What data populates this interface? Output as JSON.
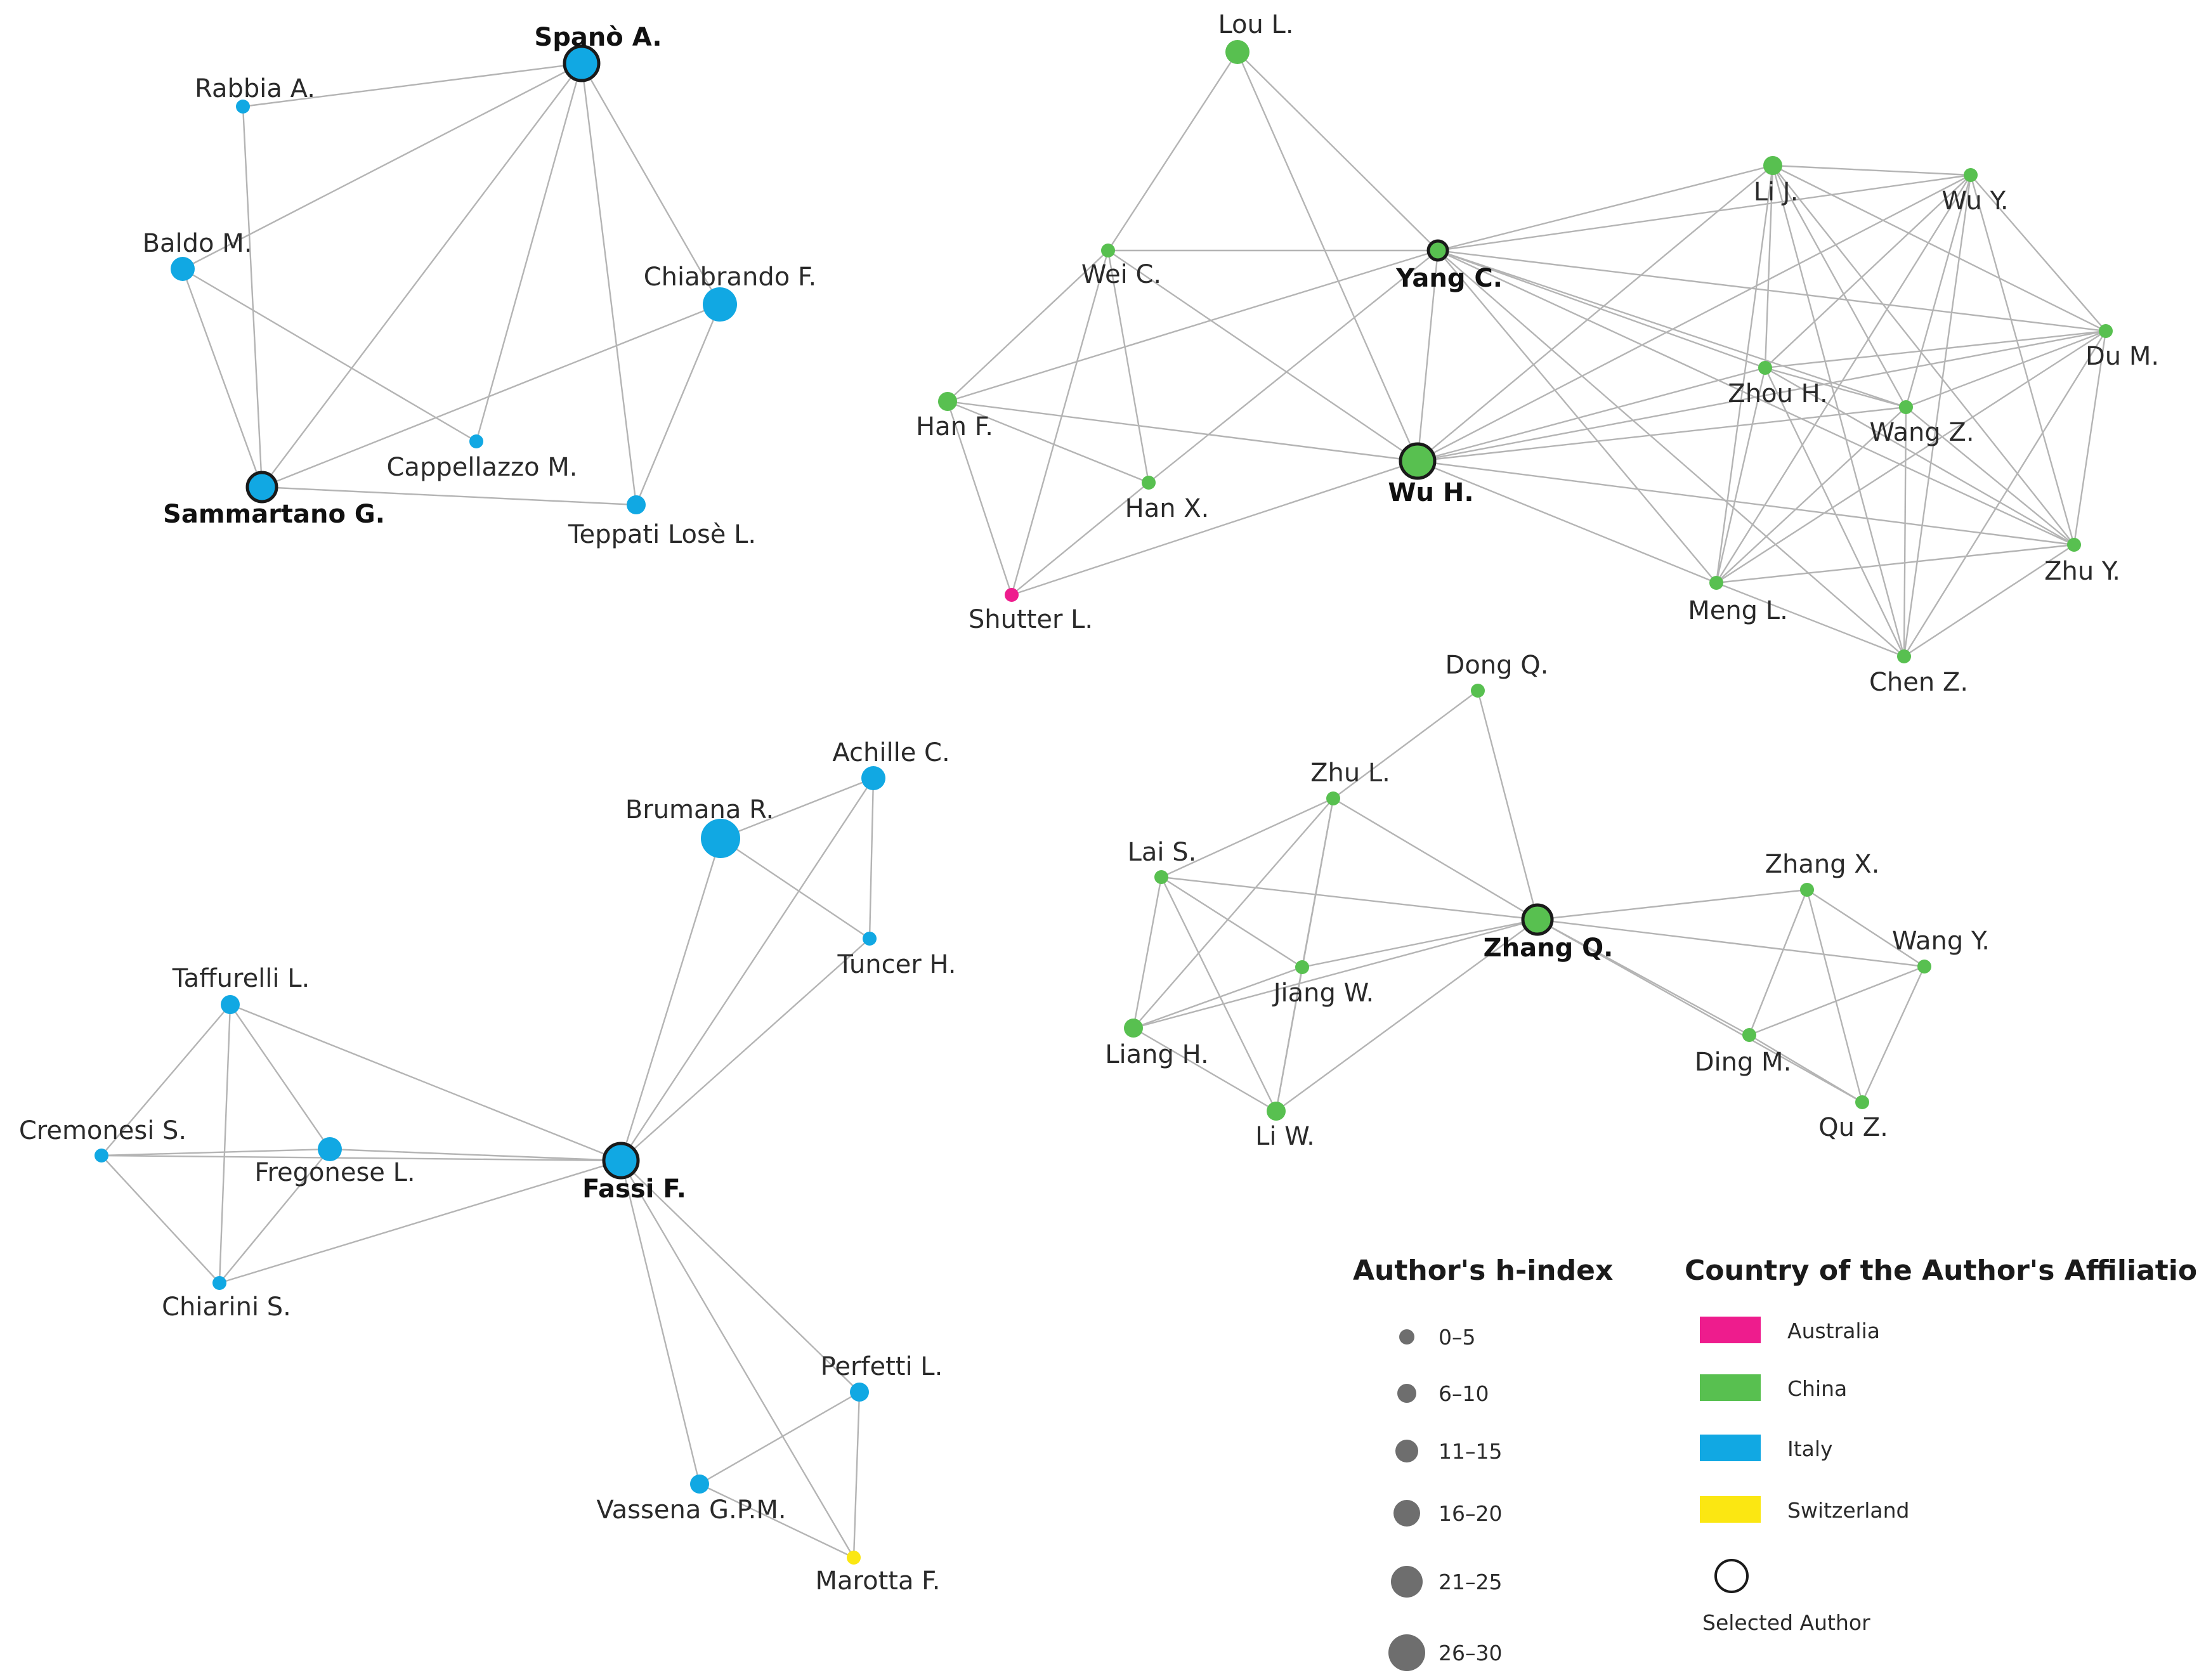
{
  "colors": {
    "Australia": "#ee1c8d",
    "China": "#58c050",
    "Italy": "#11a8e3",
    "Switzerland": "#fbe712"
  },
  "h_index_bins": [
    "0–5",
    "6–10",
    "11–15",
    "16–20",
    "21–25",
    "26–30"
  ],
  "nodes": [
    {
      "id": "Spano",
      "label": "Spanò A.",
      "country": "Italy",
      "h": 3,
      "selected": true
    },
    {
      "id": "Rabbia",
      "label": "Rabbia A.",
      "country": "Italy",
      "h": 0,
      "selected": false
    },
    {
      "id": "Baldo",
      "label": "Baldo M.",
      "country": "Italy",
      "h": 2,
      "selected": false
    },
    {
      "id": "Chiabrando",
      "label": "Chiabrando F.",
      "country": "Italy",
      "h": 4,
      "selected": false
    },
    {
      "id": "Cappellazzo",
      "label": "Cappellazzo M.",
      "country": "Italy",
      "h": 0,
      "selected": false
    },
    {
      "id": "Sammartano",
      "label": "Sammartano G.",
      "country": "Italy",
      "h": 2,
      "selected": true
    },
    {
      "id": "Teppati",
      "label": "Teppati Losè L.",
      "country": "Italy",
      "h": 1,
      "selected": false
    },
    {
      "id": "Lou",
      "label": "Lou L.",
      "country": "China",
      "h": 2,
      "selected": false
    },
    {
      "id": "WeiC",
      "label": "Wei C.",
      "country": "China",
      "h": 0,
      "selected": false
    },
    {
      "id": "YangC",
      "label": "Yang C.",
      "country": "China",
      "h": 0,
      "selected": true
    },
    {
      "id": "LiJ",
      "label": "Li J.",
      "country": "China",
      "h": 1,
      "selected": false
    },
    {
      "id": "WuY",
      "label": "Wu Y.",
      "country": "China",
      "h": 0,
      "selected": false
    },
    {
      "id": "DuM",
      "label": "Du M.",
      "country": "China",
      "h": 0,
      "selected": false
    },
    {
      "id": "HanF",
      "label": "Han F.",
      "country": "China",
      "h": 1,
      "selected": false
    },
    {
      "id": "ZhouH",
      "label": "Zhou H.",
      "country": "China",
      "h": 0,
      "selected": false
    },
    {
      "id": "WangZ",
      "label": "Wang Z.",
      "country": "China",
      "h": 0,
      "selected": false
    },
    {
      "id": "HanX",
      "label": "Han X.",
      "country": "China",
      "h": 0,
      "selected": false
    },
    {
      "id": "WuH",
      "label": "Wu H.",
      "country": "China",
      "h": 3,
      "selected": true
    },
    {
      "id": "Shutter",
      "label": "Shutter L.",
      "country": "Australia",
      "h": 0,
      "selected": false
    },
    {
      "id": "MengL",
      "label": "Meng L.",
      "country": "China",
      "h": 0,
      "selected": false
    },
    {
      "id": "ZhuY",
      "label": "Zhu Y.",
      "country": "China",
      "h": 0,
      "selected": false
    },
    {
      "id": "ChenZ",
      "label": "Chen Z.",
      "country": "China",
      "h": 0,
      "selected": false
    },
    {
      "id": "Achille",
      "label": "Achille C.",
      "country": "Italy",
      "h": 2,
      "selected": false
    },
    {
      "id": "Brumana",
      "label": "Brumana R.",
      "country": "Italy",
      "h": 5,
      "selected": false
    },
    {
      "id": "Tuncer",
      "label": "Tuncer H.",
      "country": "Italy",
      "h": 0,
      "selected": false
    },
    {
      "id": "Taffurelli",
      "label": "Taffurelli L.",
      "country": "Italy",
      "h": 1,
      "selected": false
    },
    {
      "id": "Cremonesi",
      "label": "Cremonesi S.",
      "country": "Italy",
      "h": 0,
      "selected": false
    },
    {
      "id": "Fregonese",
      "label": "Fregonese L.",
      "country": "Italy",
      "h": 2,
      "selected": false
    },
    {
      "id": "Fassi",
      "label": "Fassi F.",
      "country": "Italy",
      "h": 3,
      "selected": true
    },
    {
      "id": "Chiarini",
      "label": "Chiarini S.",
      "country": "Italy",
      "h": 0,
      "selected": false
    },
    {
      "id": "Perfetti",
      "label": "Perfetti L.",
      "country": "Italy",
      "h": 1,
      "selected": false
    },
    {
      "id": "Vassena",
      "label": "Vassena G.P.M.",
      "country": "Italy",
      "h": 1,
      "selected": false
    },
    {
      "id": "Marotta",
      "label": "Marotta F.",
      "country": "Switzerland",
      "h": 0,
      "selected": false
    },
    {
      "id": "DongQ",
      "label": "Dong Q.",
      "country": "China",
      "h": 0,
      "selected": false
    },
    {
      "id": "ZhuL",
      "label": "Zhu L.",
      "country": "China",
      "h": 0,
      "selected": false
    },
    {
      "id": "LaiS",
      "label": "Lai S.",
      "country": "China",
      "h": 0,
      "selected": false
    },
    {
      "id": "ZhangQ",
      "label": "Zhang Q.",
      "country": "China",
      "h": 2,
      "selected": true
    },
    {
      "id": "ZhangX",
      "label": "Zhang X.",
      "country": "China",
      "h": 0,
      "selected": false
    },
    {
      "id": "WangY",
      "label": "Wang Y.",
      "country": "China",
      "h": 0,
      "selected": false
    },
    {
      "id": "JiangW",
      "label": "Jiang W.",
      "country": "China",
      "h": 0,
      "selected": false
    },
    {
      "id": "LiangH",
      "label": "Liang H.",
      "country": "China",
      "h": 1,
      "selected": false
    },
    {
      "id": "DingM",
      "label": "Ding M.",
      "country": "China",
      "h": 0,
      "selected": false
    },
    {
      "id": "LiW",
      "label": "Li W.",
      "country": "China",
      "h": 1,
      "selected": false
    },
    {
      "id": "QuZ",
      "label": "Qu Z.",
      "country": "China",
      "h": 0,
      "selected": false
    }
  ],
  "edges": [
    [
      "Spano",
      "Rabbia"
    ],
    [
      "Spano",
      "Baldo"
    ],
    [
      "Spano",
      "Sammartano"
    ],
    [
      "Spano",
      "Cappellazzo"
    ],
    [
      "Spano",
      "Chiabrando"
    ],
    [
      "Spano",
      "Teppati"
    ],
    [
      "Rabbia",
      "Sammartano"
    ],
    [
      "Baldo",
      "Sammartano"
    ],
    [
      "Baldo",
      "Cappellazzo"
    ],
    [
      "Chiabrando",
      "Sammartano"
    ],
    [
      "Chiabrando",
      "Teppati"
    ],
    [
      "Sammartano",
      "Teppati"
    ],
    [
      "Lou",
      "WeiC"
    ],
    [
      "Lou",
      "YangC"
    ],
    [
      "Lou",
      "WuH"
    ],
    [
      "WeiC",
      "YangC"
    ],
    [
      "WeiC",
      "HanF"
    ],
    [
      "WeiC",
      "HanX"
    ],
    [
      "WeiC",
      "Shutter"
    ],
    [
      "WeiC",
      "WuH"
    ],
    [
      "HanF",
      "YangC"
    ],
    [
      "HanF",
      "WuH"
    ],
    [
      "HanF",
      "Shutter"
    ],
    [
      "HanF",
      "HanX"
    ],
    [
      "HanX",
      "Shutter"
    ],
    [
      "HanX",
      "YangC"
    ],
    [
      "Shutter",
      "WuH"
    ],
    [
      "YangC",
      "WuH"
    ],
    [
      "YangC",
      "LiJ"
    ],
    [
      "YangC",
      "WuY"
    ],
    [
      "YangC",
      "DuM"
    ],
    [
      "YangC",
      "ZhouH"
    ],
    [
      "YangC",
      "WangZ"
    ],
    [
      "YangC",
      "MengL"
    ],
    [
      "YangC",
      "ZhuY"
    ],
    [
      "YangC",
      "ChenZ"
    ],
    [
      "WuH",
      "LiJ"
    ],
    [
      "WuH",
      "WuY"
    ],
    [
      "WuH",
      "DuM"
    ],
    [
      "WuH",
      "ZhouH"
    ],
    [
      "WuH",
      "WangZ"
    ],
    [
      "WuH",
      "MengL"
    ],
    [
      "WuH",
      "ZhuY"
    ],
    [
      "LiJ",
      "WuY"
    ],
    [
      "LiJ",
      "DuM"
    ],
    [
      "LiJ",
      "ZhouH"
    ],
    [
      "LiJ",
      "WangZ"
    ],
    [
      "LiJ",
      "MengL"
    ],
    [
      "LiJ",
      "ZhuY"
    ],
    [
      "LiJ",
      "ChenZ"
    ],
    [
      "WuY",
      "DuM"
    ],
    [
      "WuY",
      "ZhouH"
    ],
    [
      "WuY",
      "WangZ"
    ],
    [
      "WuY",
      "MengL"
    ],
    [
      "WuY",
      "ZhuY"
    ],
    [
      "WuY",
      "ChenZ"
    ],
    [
      "DuM",
      "ZhouH"
    ],
    [
      "DuM",
      "WangZ"
    ],
    [
      "DuM",
      "MengL"
    ],
    [
      "DuM",
      "ZhuY"
    ],
    [
      "DuM",
      "ChenZ"
    ],
    [
      "ZhouH",
      "WangZ"
    ],
    [
      "ZhouH",
      "MengL"
    ],
    [
      "ZhouH",
      "ZhuY"
    ],
    [
      "ZhouH",
      "ChenZ"
    ],
    [
      "WangZ",
      "MengL"
    ],
    [
      "WangZ",
      "ZhuY"
    ],
    [
      "WangZ",
      "ChenZ"
    ],
    [
      "MengL",
      "ZhuY"
    ],
    [
      "MengL",
      "ChenZ"
    ],
    [
      "ZhuY",
      "ChenZ"
    ],
    [
      "Achille",
      "Brumana"
    ],
    [
      "Achille",
      "Tuncer"
    ],
    [
      "Achille",
      "Fassi"
    ],
    [
      "Brumana",
      "Tuncer"
    ],
    [
      "Brumana",
      "Fassi"
    ],
    [
      "Tuncer",
      "Fassi"
    ],
    [
      "Taffurelli",
      "Cremonesi"
    ],
    [
      "Taffurelli",
      "Fregonese"
    ],
    [
      "Taffurelli",
      "Chiarini"
    ],
    [
      "Taffurelli",
      "Fassi"
    ],
    [
      "Cremonesi",
      "Fregonese"
    ],
    [
      "Cremonesi",
      "Chiarini"
    ],
    [
      "Cremonesi",
      "Fassi"
    ],
    [
      "Fregonese",
      "Chiarini"
    ],
    [
      "Fregonese",
      "Fassi"
    ],
    [
      "Chiarini",
      "Fassi"
    ],
    [
      "Fassi",
      "Perfetti"
    ],
    [
      "Fassi",
      "Vassena"
    ],
    [
      "Fassi",
      "Marotta"
    ],
    [
      "Perfetti",
      "Vassena"
    ],
    [
      "Perfetti",
      "Marotta"
    ],
    [
      "Vassena",
      "Marotta"
    ],
    [
      "DongQ",
      "ZhuL"
    ],
    [
      "DongQ",
      "ZhangQ"
    ],
    [
      "ZhuL",
      "LaiS"
    ],
    [
      "ZhuL",
      "ZhangQ"
    ],
    [
      "ZhuL",
      "JiangW"
    ],
    [
      "ZhuL",
      "LiangH"
    ],
    [
      "ZhuL",
      "LiW"
    ],
    [
      "LaiS",
      "ZhangQ"
    ],
    [
      "LaiS",
      "JiangW"
    ],
    [
      "LaiS",
      "LiangH"
    ],
    [
      "LaiS",
      "LiW"
    ],
    [
      "ZhangQ",
      "JiangW"
    ],
    [
      "ZhangQ",
      "LiangH"
    ],
    [
      "ZhangQ",
      "LiW"
    ],
    [
      "ZhangQ",
      "ZhangX"
    ],
    [
      "ZhangQ",
      "WangY"
    ],
    [
      "ZhangQ",
      "DingM"
    ],
    [
      "ZhangQ",
      "QuZ"
    ],
    [
      "JiangW",
      "LiangH"
    ],
    [
      "JiangW",
      "LiW"
    ],
    [
      "LiangH",
      "LiW"
    ],
    [
      "ZhangX",
      "WangY"
    ],
    [
      "ZhangX",
      "DingM"
    ],
    [
      "ZhangX",
      "QuZ"
    ],
    [
      "WangY",
      "DingM"
    ],
    [
      "WangY",
      "QuZ"
    ],
    [
      "DingM",
      "QuZ"
    ]
  ],
  "legend": {
    "size_title": "Author's h-index",
    "country_title": "Country of the Author's Affiliation",
    "countries": [
      "Australia",
      "China",
      "Italy",
      "Switzerland"
    ],
    "selected_label": "Selected Author"
  }
}
